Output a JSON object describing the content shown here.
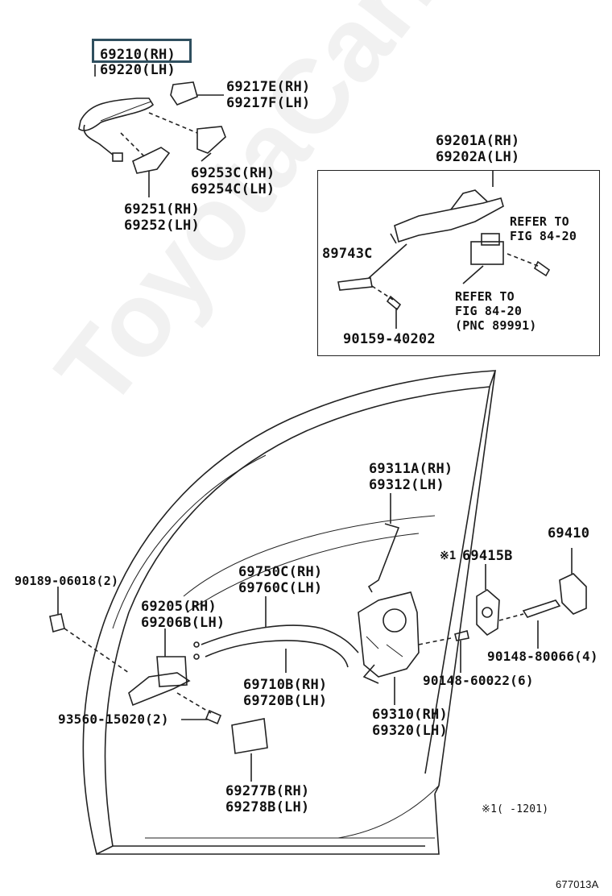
{
  "watermark": "ToyotaCarMine.ru",
  "highlighted_part": "69210 (RH)",
  "labels": {
    "handle_rh": "69210(RH)",
    "handle_lh": "69220(LH)",
    "cap_e": "69217E(RH)",
    "cap_f": "69217F(LH)",
    "pad_c": "69253C(RH)",
    "pad_c_lh": "69254C(LH)",
    "pad_51": "69251(RH)",
    "pad_52": "69252(LH)",
    "frame_a": "69201A(RH)",
    "frame_b": "69202A(LH)",
    "sensor": "89743C",
    "refer1_a": "REFER TO",
    "refer1_b": "FIG 84-20",
    "refer2_a": "REFER TO",
    "refer2_b": "FIG 84-20",
    "refer2_c": "(PNC 89991)",
    "bolt_inset": "90159-40202",
    "rod_rh": "69311A(RH)",
    "rod_lh": "69312(LH)",
    "striker": "69410",
    "plate_mark": "※1",
    "plate": "69415B",
    "screw_a": "90189-06018(2)",
    "inner_rh": "69205(RH)",
    "inner_lh": "69206B(LH)",
    "cable_c_rh": "69750C(RH)",
    "cable_c_lh": "69760C(LH)",
    "cable_b_rh": "69710B(RH)",
    "cable_b_lh": "69720B(LH)",
    "screw_b": "90148-80066(4)",
    "screw_c": "90148-60022(6)",
    "lock_rh": "69310(RH)",
    "lock_lh": "69320(LH)",
    "bolt_b": "93560-15020(2)",
    "cover_rh": "69277B(RH)",
    "cover_lh": "69278B(LH)",
    "footnote": "※1(     -1201)",
    "figure_id": "677013A"
  }
}
